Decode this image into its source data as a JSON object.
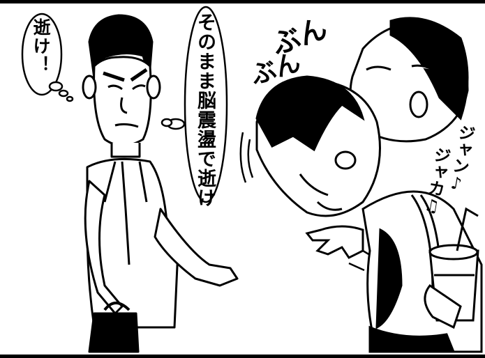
{
  "panel": {
    "speech_small": "逝け！",
    "speech_large": "そのまま脳震盪で逝け",
    "sfx_bun_1": "ぶん",
    "sfx_bun_2": "ぶん",
    "sfx_music_1": "ジャン♪",
    "sfx_music_2": "ジャカ♫"
  },
  "colors": {
    "ink": "#000000",
    "paper": "#ffffff"
  }
}
